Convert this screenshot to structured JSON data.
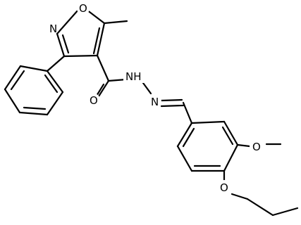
{
  "structure": {
    "atoms": {
      "isoxazole_o": "O",
      "isoxazole_n": "N",
      "hydrazide_nh": "NH",
      "hydrazone_n": "N",
      "carbonyl_o": "O",
      "methoxy_o": "O",
      "propoxy_o": "O"
    }
  }
}
